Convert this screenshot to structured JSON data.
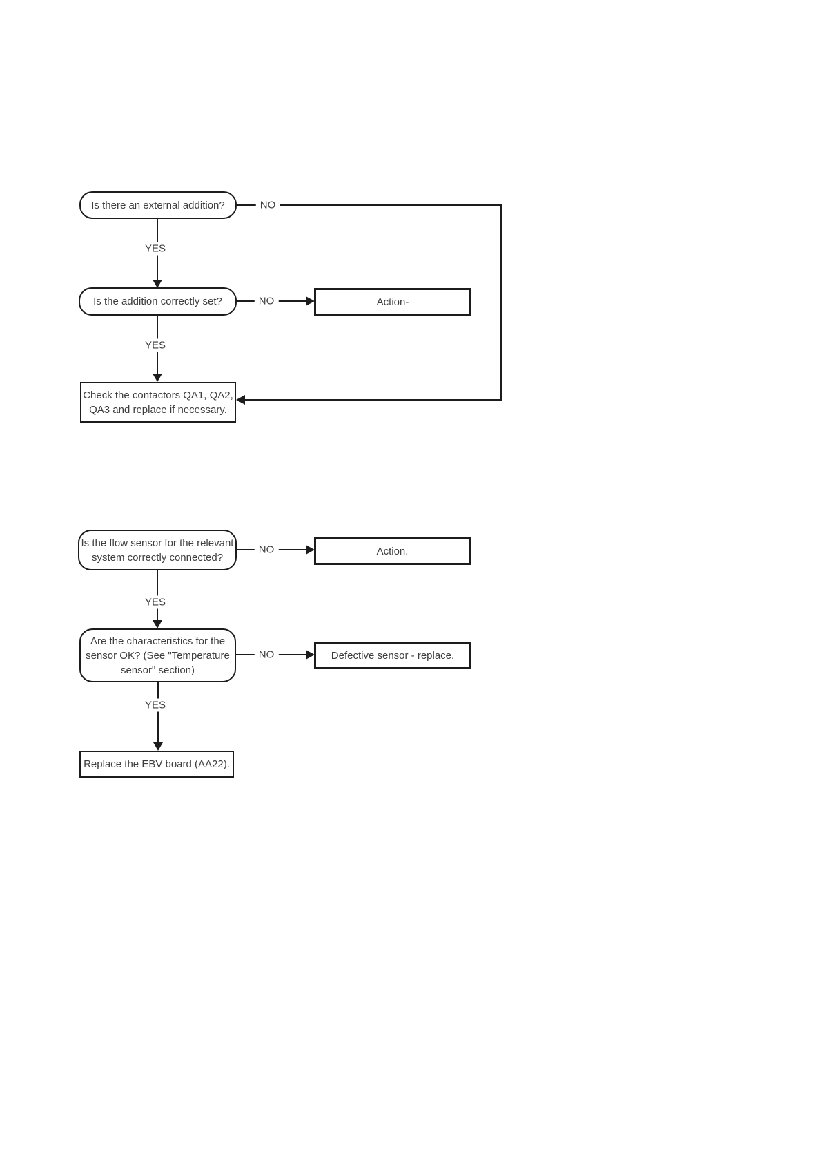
{
  "colors": {
    "line": "#1c1c1c",
    "text": "#3d3d3d",
    "background": "#ffffff"
  },
  "labels": {
    "yes": "YES",
    "no": "NO"
  },
  "flow1": {
    "q_external": {
      "lines": [
        "Is there an external addition?"
      ]
    },
    "q_addition_set": {
      "lines": [
        "Is the addition correctly set?"
      ]
    },
    "action": {
      "lines": [
        "Action-"
      ]
    },
    "result": {
      "lines": [
        "Check the contactors QA1, QA2,",
        "QA3 and replace if necessary."
      ]
    }
  },
  "flow2": {
    "q_flow_sensor": {
      "lines": [
        "Is the flow sensor for the relevant",
        "system correctly connected?"
      ]
    },
    "action": {
      "lines": [
        "Action."
      ]
    },
    "q_characteristics": {
      "lines": [
        "Are the characteristics for the",
        "sensor OK? (See \"Temperature",
        "sensor\" section)"
      ]
    },
    "action_defective": {
      "lines": [
        "Defective sensor - replace."
      ]
    },
    "result": {
      "lines": [
        "Replace the EBV board (AA22)."
      ]
    }
  }
}
